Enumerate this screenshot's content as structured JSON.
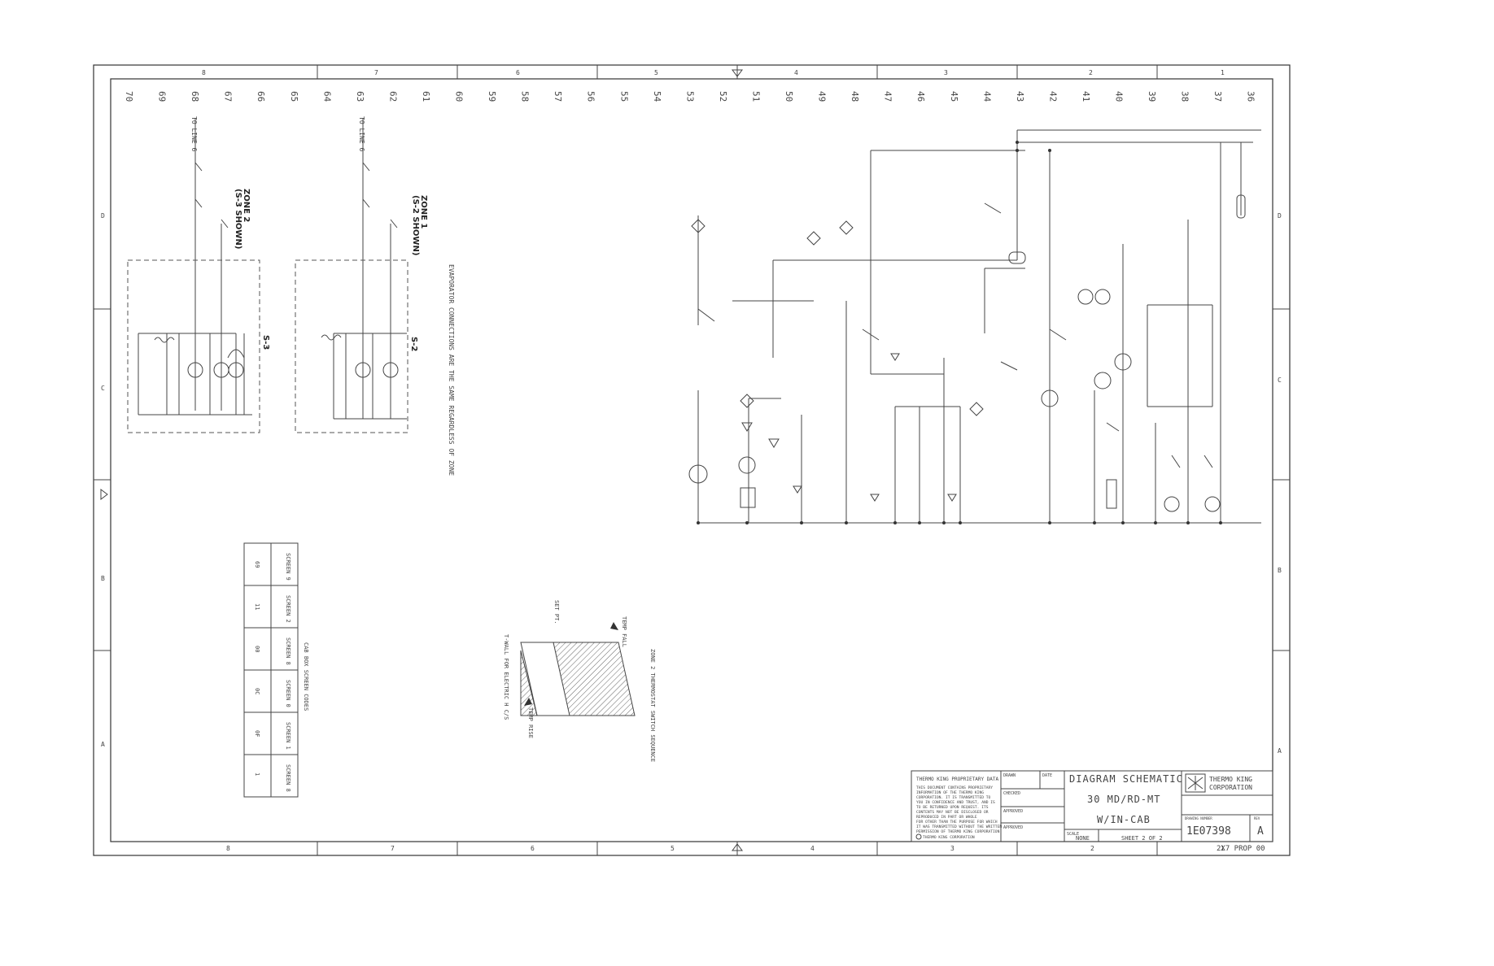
{
  "border": {
    "top_zones": [
      "8",
      "7",
      "6",
      "5",
      "4",
      "3",
      "2",
      "1"
    ],
    "bottom_zones": [
      "8",
      "7",
      "6",
      "5",
      "4",
      "3",
      "2",
      "1"
    ],
    "side_zones": [
      "D",
      "C",
      "B",
      "A"
    ]
  },
  "line_numbers": [
    "70",
    "69",
    "68",
    "67",
    "66",
    "65",
    "64",
    "63",
    "62",
    "61",
    "60",
    "59",
    "58",
    "57",
    "56",
    "55",
    "54",
    "53",
    "52",
    "51",
    "50",
    "49",
    "48",
    "47",
    "46",
    "45",
    "44",
    "43",
    "42",
    "41",
    "40",
    "39",
    "38",
    "37",
    "36"
  ],
  "zones": {
    "zone2_title": "ZONE 2",
    "zone2_sub": "(S-3 SHOWN)",
    "zone1_title": "ZONE 1",
    "zone1_sub": "(S-2 SHOWN)",
    "s3": "S-3",
    "s2": "S-2",
    "evaporator_note": "EVAPORATOR CONNECTIONS ARE THE SAME REGARDLESS OF ZONE",
    "to_line": "TO LINE 6"
  },
  "screen_codes": {
    "title": "CAB BOX SCREEN CODES",
    "headers": [
      "SCREEN 9",
      "SCREEN 2",
      "SCREEN 8",
      "SCREEN 0",
      "SCREEN 1",
      "SCREEN 8"
    ],
    "codes": [
      "69",
      "11",
      "00",
      "0C",
      "0F",
      "1"
    ]
  },
  "thermostat": {
    "title": "ZONE 2 THERMOSTAT SWITCH SEQUENCE",
    "note": "T-WALL FOR ELECTRIC H C/S",
    "temp_fall": "TEMP FALL",
    "temp_rise": "TEMP RISE",
    "set_pt": "SET PT."
  },
  "title_block": {
    "notice_heading": "THERMO KING PROPRIETARY DATA",
    "notice_body": [
      "THIS DOCUMENT CONTAINS PROPRIETARY",
      "INFORMATION OF THE THERMO KING",
      "CORPORATION. IT IS TRANSMITTED TO",
      "YOU IN CONFIDENCE AND TRUST, AND IS",
      "TO BE RETURNED UPON REQUEST. ITS",
      "CONTENTS MAY NOT BE DISCLOSED OR",
      "REPRODUCED IN PART OR WHOLE",
      "FOR OTHER THAN THE PURPOSE FOR WHICH",
      "IT WAS TRANSMITTED WITHOUT THE WRITTEN",
      "PERMISSION OF THERMO KING CORPORATION"
    ],
    "copyright": "THERMO KING CORPORATION",
    "drawn": "DRAWN",
    "date": "DATE",
    "checked": "CHECKED",
    "approved": "APPROVED",
    "approved2": "APPROVED",
    "title_lines": [
      "DIAGRAM SCHEMATIC",
      "30 MD/RD-MT",
      "W/IN-CAB"
    ],
    "scale_label": "SCALE",
    "scale_value": "NONE",
    "sheet": "SHEET 2 OF 2",
    "company": [
      "THERMO KING",
      "CORPORATION"
    ],
    "drawing_number_label": "DRAWING NUMBER",
    "drawing_number": "1E07398",
    "rev_label": "REV",
    "rev": "A",
    "footer": "2X7 PROP 00"
  }
}
